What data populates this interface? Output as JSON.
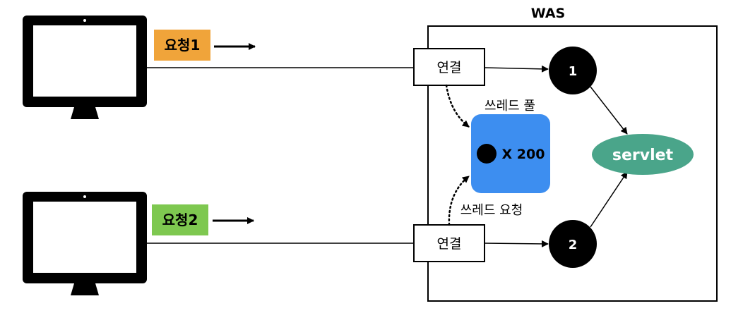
{
  "was": {
    "title": "WAS"
  },
  "clients": [
    {
      "request_label": "요청1",
      "request_color": "#f0a43a"
    },
    {
      "request_label": "요청2",
      "request_color": "#7ec850"
    }
  ],
  "connections": [
    {
      "label": "연결"
    },
    {
      "label": "연결"
    }
  ],
  "thread_pool": {
    "title": "쓰레드 풀",
    "count_label": "X 200",
    "color": "#3d8ef0"
  },
  "thread_request": {
    "label": "쓰레드 요청"
  },
  "threads": [
    {
      "label": "1"
    },
    {
      "label": "2"
    }
  ],
  "servlet": {
    "label": "servlet",
    "color": "#4aa58a"
  }
}
